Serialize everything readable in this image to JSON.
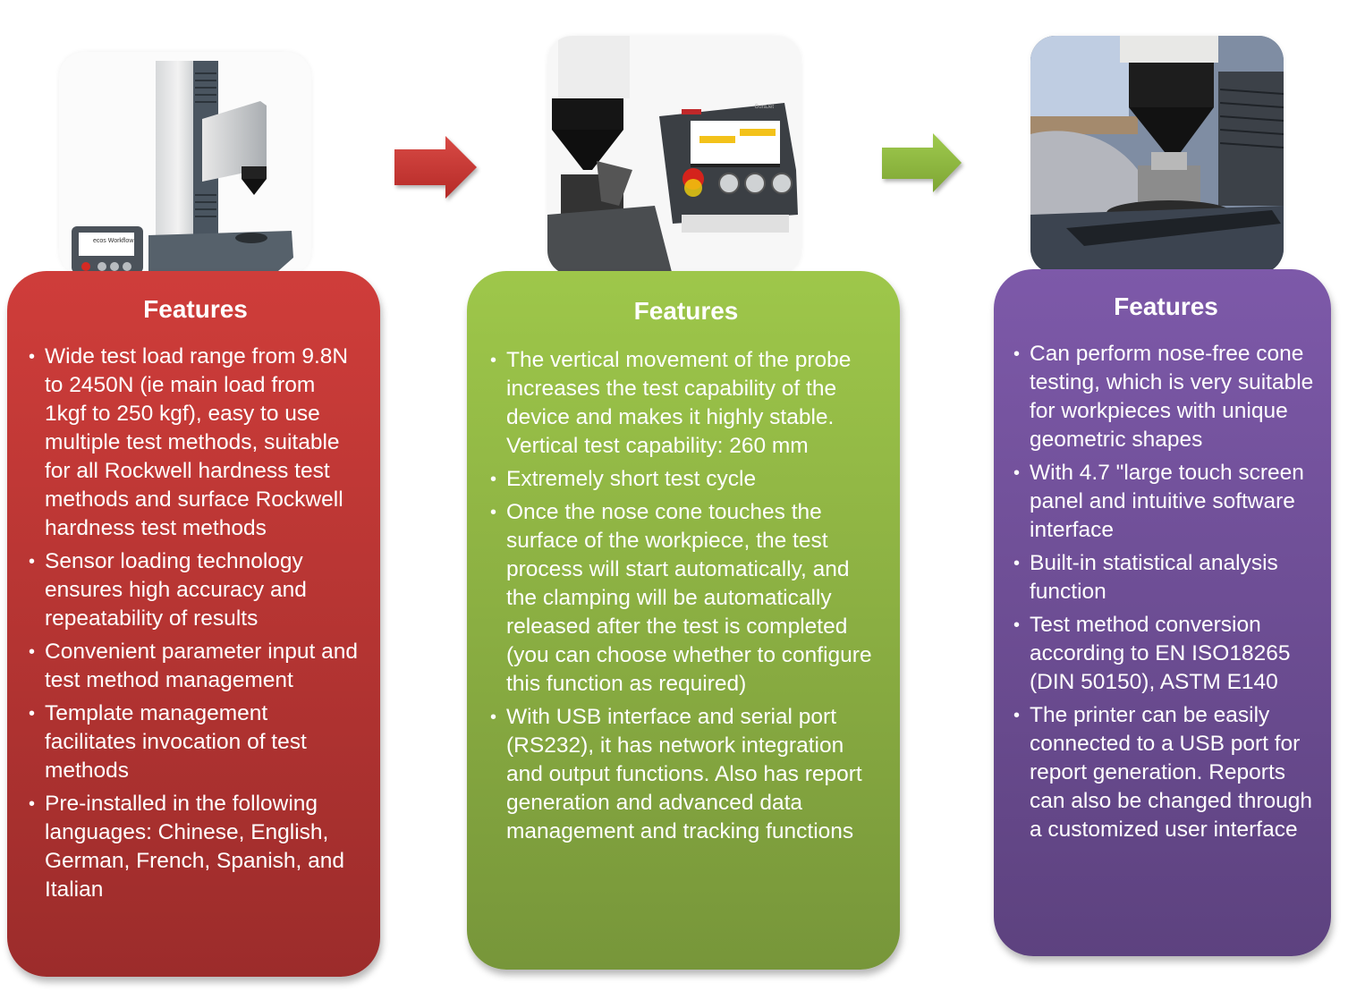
{
  "colors": {
    "red": "#c93a37",
    "green": "#9bc34a",
    "purple": "#7a57a6",
    "arrow_red": "#c8332f",
    "arrow_green": "#8dbb3e"
  },
  "steps": [
    {
      "image": "rockwell-hardness-tester-with-ecos-workflow-panel",
      "image_caption": "ecos Workflow",
      "title": "Features",
      "bullets": [
        "Wide test load range from 9.8N to 2450N (ie main load from 1kgf to 250 kgf), easy to use multiple test methods, suitable for all Rockwell hardness test methods and surface Rockwell hardness test methods",
        "Sensor loading technology ensures high accuracy and repeatability of results",
        "Convenient parameter input and test method management",
        "Template management facilitates invocation of test methods",
        "Pre-installed in the following languages: Chinese, English, German, French, Spanish, and Italian"
      ]
    },
    {
      "image": "probe-over-turbine-wheel-with-touch-control-panel",
      "image_caption": "DuraJet",
      "title": "Features",
      "bullets": [
        "The vertical movement of the probe increases the test capability of the device and makes it highly stable. Vertical test capability: 260 mm",
        "Extremely short test cycle",
        "Once the nose cone touches the surface of the workpiece, the test process will start automatically, and the clamping will be automatically released after the test is completed (you can choose whether to configure this function as required)",
        "With USB interface and serial port (RS232), it has network integration and output functions. Also has report generation and advanced data management and tracking functions"
      ]
    },
    {
      "image": "gloved-hand-placing-gear-under-cone-indenter",
      "title": "Features",
      "bullets": [
        "Can perform nose-free cone testing, which is very suitable for workpieces with unique geometric shapes",
        "With 4.7 \"large touch screen panel and intuitive software interface",
        "Built-in statistical analysis function",
        "Test method conversion according to EN ISO18265 (DIN 50150), ASTM E140",
        "The printer can be easily connected to a USB port for report generation. Reports can also be changed through a customized user interface"
      ]
    }
  ]
}
